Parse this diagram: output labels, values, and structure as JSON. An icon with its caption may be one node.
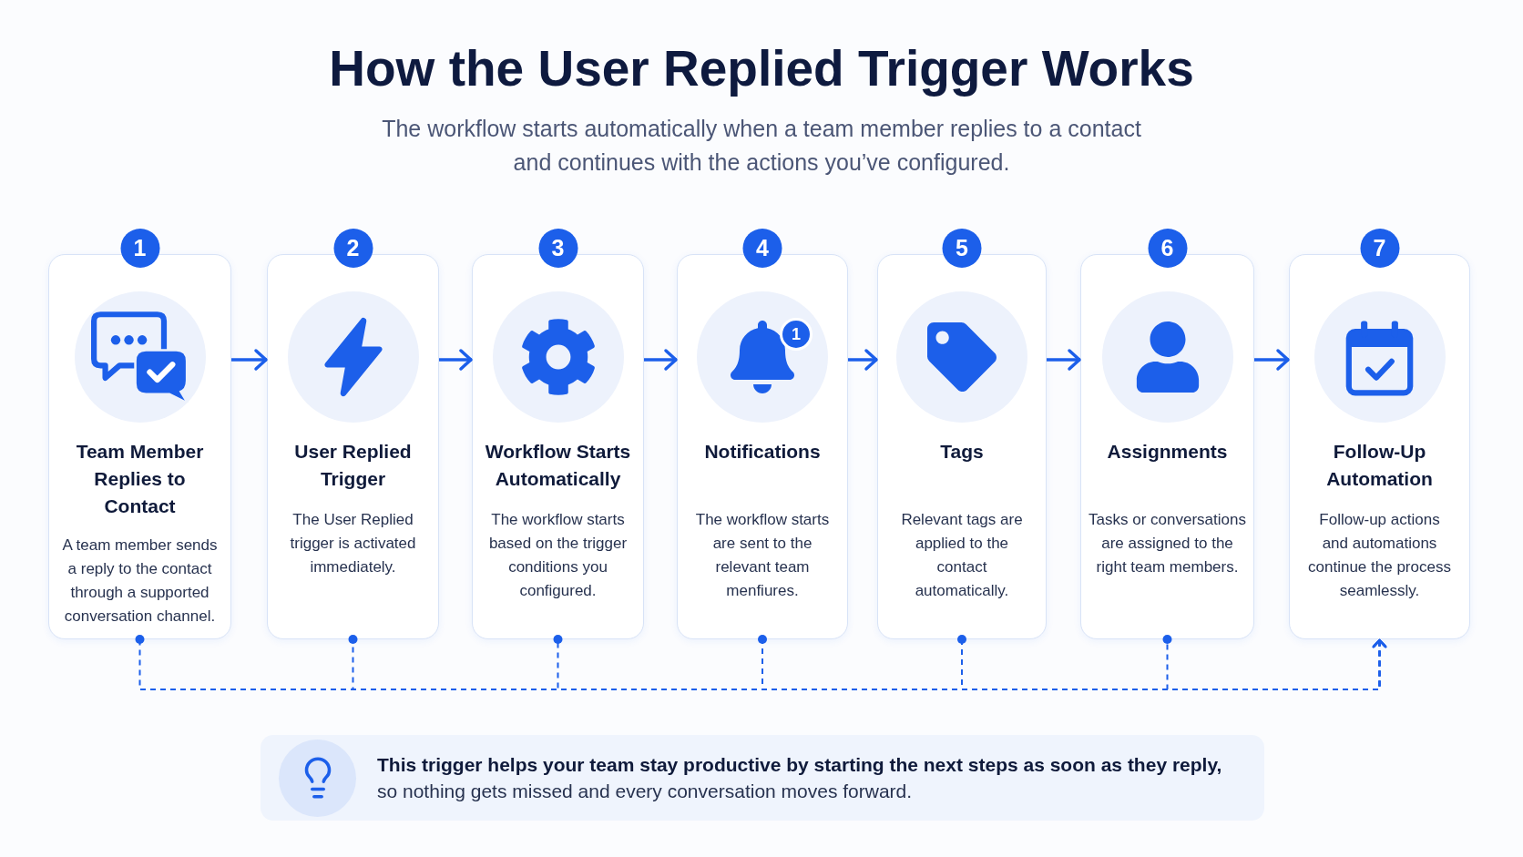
{
  "diagram": {
    "title": "How the User Replied Trigger Works",
    "nodes": [
      {
        "text": [
          "1",
          "Team Member Replies to Contact",
          "A team member sends a reply to the contact through a supported conversation channel."
        ]
      },
      {
        "text": [
          "2",
          "User Replied Trigger",
          "The User Replied trigger is activated immediately."
        ]
      },
      {
        "text": [
          "3",
          "Workflow Starts Automatically",
          "The workflow starts based on the trigger conditions you configured."
        ]
      },
      {
        "text": [
          "4",
          "Notifications",
          "The workflow starts are sent to the relevant team menfiures."
        ]
      },
      {
        "text": [
          "5",
          "Tags",
          "Relevant tags are applied to the contact automatically."
        ]
      },
      {
        "text": [
          "6",
          "Assignments",
          "Tasks or conversations are assigned to the right team members."
        ]
      },
      {
        "text": [
          "7",
          "Follow-Up Automation",
          "Follow-up actions and automations continue the process seamlessly."
        ]
      },
      {
        "text": [
          "**This trigger helps your team stay productive by starting the next steps as soon as they reply,** so nothing gets missed and every conversation moves forward."
        ]
      }
    ],
    "edges": [
      {
        "from": 0,
        "to": 1,
        "arrow": "to"
      },
      {
        "from": 1,
        "to": 2,
        "arrow": "to"
      },
      {
        "from": 2,
        "to": 3,
        "arrow": "to"
      },
      {
        "from": 3,
        "to": 4,
        "arrow": "to"
      },
      {
        "from": 4,
        "to": 5,
        "arrow": "to"
      },
      {
        "from": 5,
        "to": 6,
        "arrow": "to"
      },
      {
        "from": 0,
        "to": 6,
        "arrow": "to",
        "style": "dashed"
      },
      {
        "from": 1,
        "to": 6,
        "arrow": "to",
        "style": "dashed"
      },
      {
        "from": 2,
        "to": 6,
        "arrow": "to",
        "style": "dashed"
      },
      {
        "from": 3,
        "to": 6,
        "arrow": "to",
        "style": "dashed"
      },
      {
        "from": 4,
        "to": 6,
        "arrow": "to",
        "style": "dashed"
      },
      {
        "from": 5,
        "to": 6,
        "arrow": "to",
        "style": "dashed"
      }
    ],
    "labels": [
      "The workflow starts automatically when a team member replies to a contact and continues with the actions you’ve configured.",
      "1"
    ]
  }
}
